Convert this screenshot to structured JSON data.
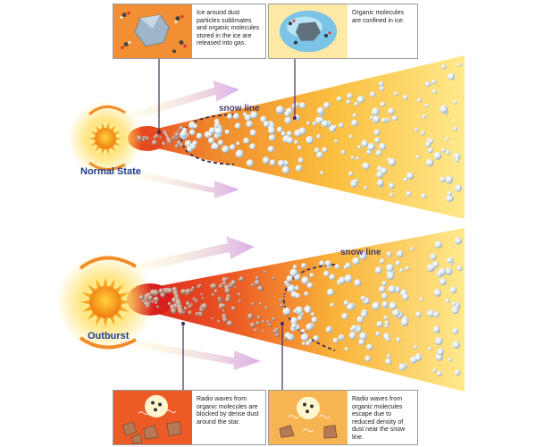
{
  "panels": {
    "top": {
      "state_label": "Normal State",
      "snow_line_label": "snow line",
      "callout_left": {
        "text": "Ice around dust particles sublimates and organic molecules stored in the ice are released into gas."
      },
      "callout_right": {
        "text": "Organic molecules are confined in ice."
      }
    },
    "bottom": {
      "state_label": "Outburst",
      "snow_line_label": "snow line",
      "callout_left": {
        "text": "Radio waves from organic molecules are blocked by dense dust around the star."
      },
      "callout_right": {
        "text": "Radio waves from organic molecules escape due to reduced density of dust near the snow line."
      }
    }
  },
  "colors": {
    "disk_outer": "#ffe07a",
    "disk_inner": "#e8481e",
    "star_core": "#f7931e",
    "state_label": "#1f3d8a",
    "snow_line": "#3d2a5c",
    "arrow_purple": "#d9a9e8"
  }
}
